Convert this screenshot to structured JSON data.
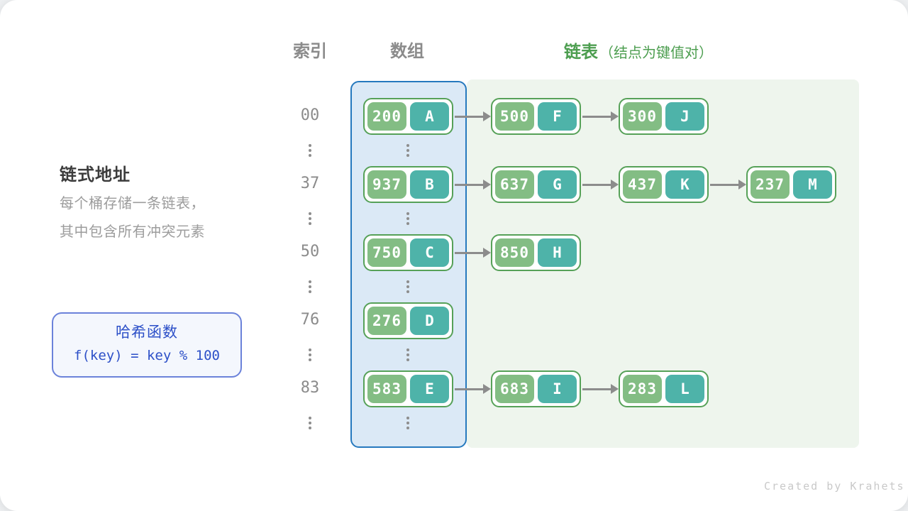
{
  "headers": {
    "index": "索引",
    "array": "数组",
    "list": "链表",
    "list_note": "（结点为键值对）"
  },
  "left_panel": {
    "title": "链式地址",
    "desc_lines": [
      "每个桶存储一条链表，",
      "其中包含所有冲突元素"
    ],
    "hash_box": {
      "title": "哈希函数",
      "formula": "f(key) = key % 100"
    }
  },
  "diagram": {
    "rows": [
      {
        "index": "00",
        "nodes": [
          {
            "key": "200",
            "value": "A"
          },
          {
            "key": "500",
            "value": "F"
          },
          {
            "key": "300",
            "value": "J"
          }
        ]
      },
      {
        "index": "37",
        "nodes": [
          {
            "key": "937",
            "value": "B"
          },
          {
            "key": "637",
            "value": "G"
          },
          {
            "key": "437",
            "value": "K"
          },
          {
            "key": "237",
            "value": "M"
          }
        ]
      },
      {
        "index": "50",
        "nodes": [
          {
            "key": "750",
            "value": "C"
          },
          {
            "key": "850",
            "value": "H"
          }
        ]
      },
      {
        "index": "76",
        "nodes": [
          {
            "key": "276",
            "value": "D"
          }
        ]
      },
      {
        "index": "83",
        "nodes": [
          {
            "key": "583",
            "value": "E"
          },
          {
            "key": "683",
            "value": "I"
          },
          {
            "key": "283",
            "value": "L"
          }
        ]
      }
    ]
  },
  "colors": {
    "key_box": "#83bd84",
    "value_box": "#4eb3a9",
    "node_border": "#56a158",
    "array_bg": "#dbe9f6",
    "array_border": "#2679be",
    "list_bg": "#eef5ed",
    "header_gray": "#8b8b8b",
    "header_green": "#4d9e50",
    "hash_blue": "#2d50c8",
    "arrow_gray": "#8c8c8c"
  },
  "watermark": "Created by Krahets"
}
